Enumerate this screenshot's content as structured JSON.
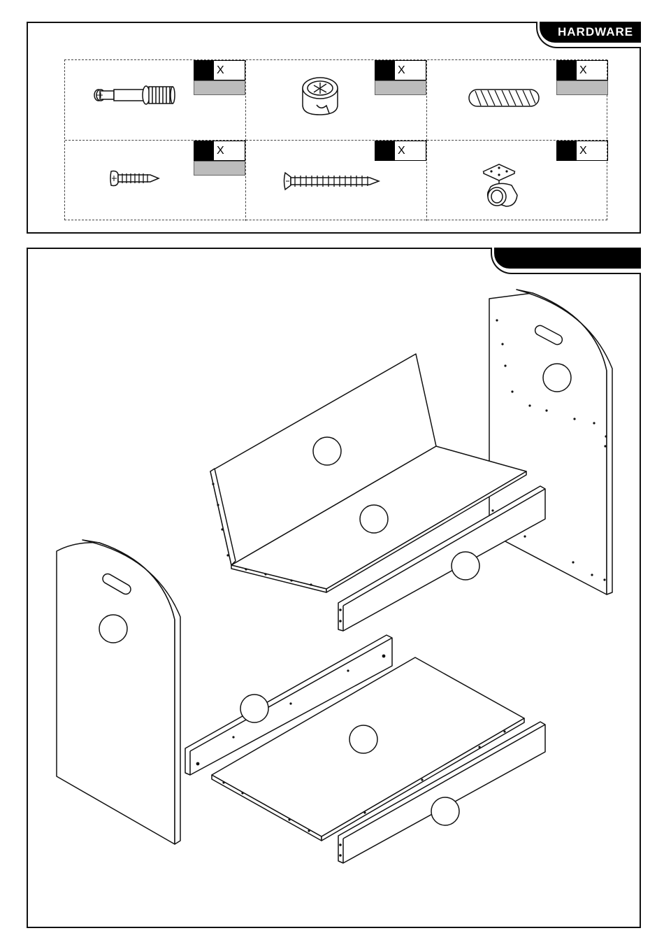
{
  "hardware_section": {
    "title": "HARDWARE",
    "items": [
      {
        "icon": "cam-bolt-icon",
        "qty_label": "X"
      },
      {
        "icon": "cam-lock-icon",
        "qty_label": "X"
      },
      {
        "icon": "wooden-dowel-icon",
        "qty_label": "X"
      },
      {
        "icon": "short-screw-icon",
        "qty_label": "X"
      },
      {
        "icon": "long-screw-icon",
        "qty_label": "X"
      },
      {
        "icon": "caster-wheel-icon",
        "qty_label": "X"
      }
    ]
  },
  "assembly_section": {
    "step_label": "",
    "parts": [
      {
        "name": "right-side-panel",
        "label": ""
      },
      {
        "name": "back-panel",
        "label": ""
      },
      {
        "name": "upper-shelf",
        "label": ""
      },
      {
        "name": "front-rail-upper",
        "label": ""
      },
      {
        "name": "left-side-panel",
        "label": ""
      },
      {
        "name": "back-rail-lower",
        "label": ""
      },
      {
        "name": "bottom-panel",
        "label": ""
      },
      {
        "name": "front-rail-lower",
        "label": ""
      }
    ]
  },
  "colors": {
    "line": "#111111",
    "tab": "#000000",
    "qty_fill": "#bcbcbc"
  }
}
